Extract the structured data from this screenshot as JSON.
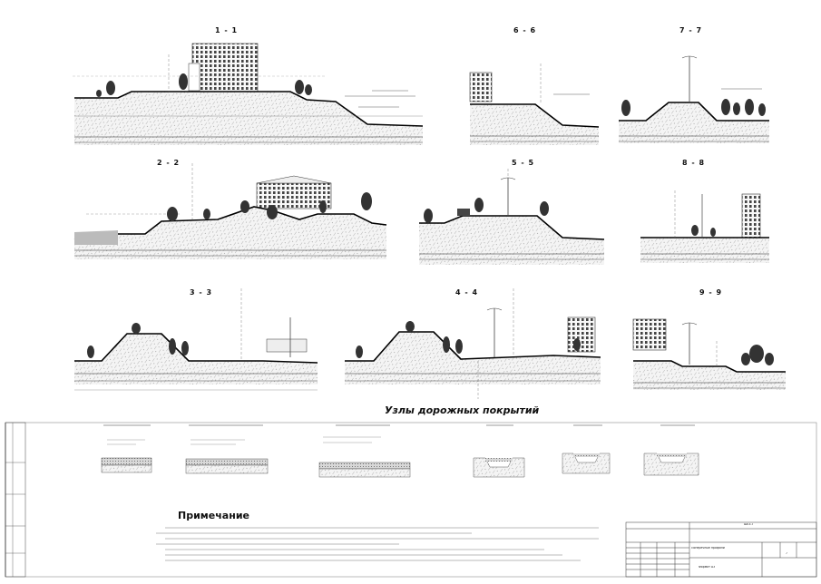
{
  "sections": [
    {
      "id": "1-1",
      "title": "1 - 1"
    },
    {
      "id": "6-6",
      "title": "6 - 6"
    },
    {
      "id": "7-7",
      "title": "7 - 7"
    },
    {
      "id": "2-2",
      "title": "2 - 2"
    },
    {
      "id": "5-5",
      "title": "5 - 5"
    },
    {
      "id": "8-8",
      "title": "8 - 8"
    },
    {
      "id": "3-3",
      "title": "3 - 3"
    },
    {
      "id": "4-4",
      "title": "4 - 4"
    },
    {
      "id": "9-9",
      "title": "9 - 9"
    }
  ],
  "pavement_title": "Узлы дорожных покрытий",
  "notes_title": "Примечание",
  "stamp": {
    "code": "ШЕЗ-Т",
    "sheet_name": "Поперечные профили",
    "sheet_no": "7",
    "format": "Формат А3"
  }
}
